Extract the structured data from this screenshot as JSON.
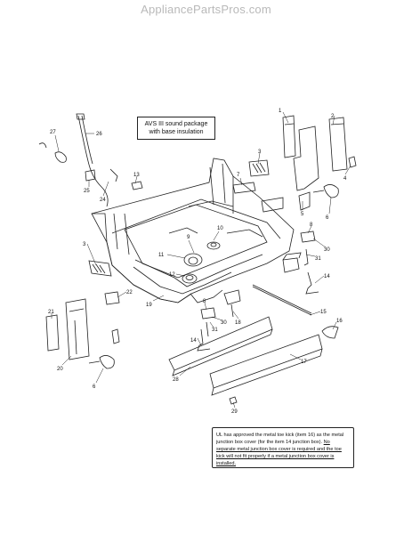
{
  "watermark": "AppliancePartsPros.com",
  "package_note": {
    "line1": "AVS III sound package",
    "line2": "with base insulation"
  },
  "ul_note": {
    "part1": "UL has approved the metal toe kick (item 16) as the metal junction box cover (for the item 14 junction box). ",
    "part2": "No separate metal junction box cover is required and the toe kick will not fit properly if a metal junction box cover is installed."
  },
  "part_labels": [
    "1",
    "2",
    "3",
    "3",
    "4",
    "5",
    "6",
    "6",
    "7",
    "8",
    "8",
    "9",
    "10",
    "11",
    "12",
    "13",
    "14",
    "14",
    "15",
    "16",
    "17",
    "18",
    "19",
    "20",
    "21",
    "22",
    "24",
    "25",
    "26",
    "27",
    "28",
    "29",
    "30",
    "30",
    "31",
    "31"
  ]
}
